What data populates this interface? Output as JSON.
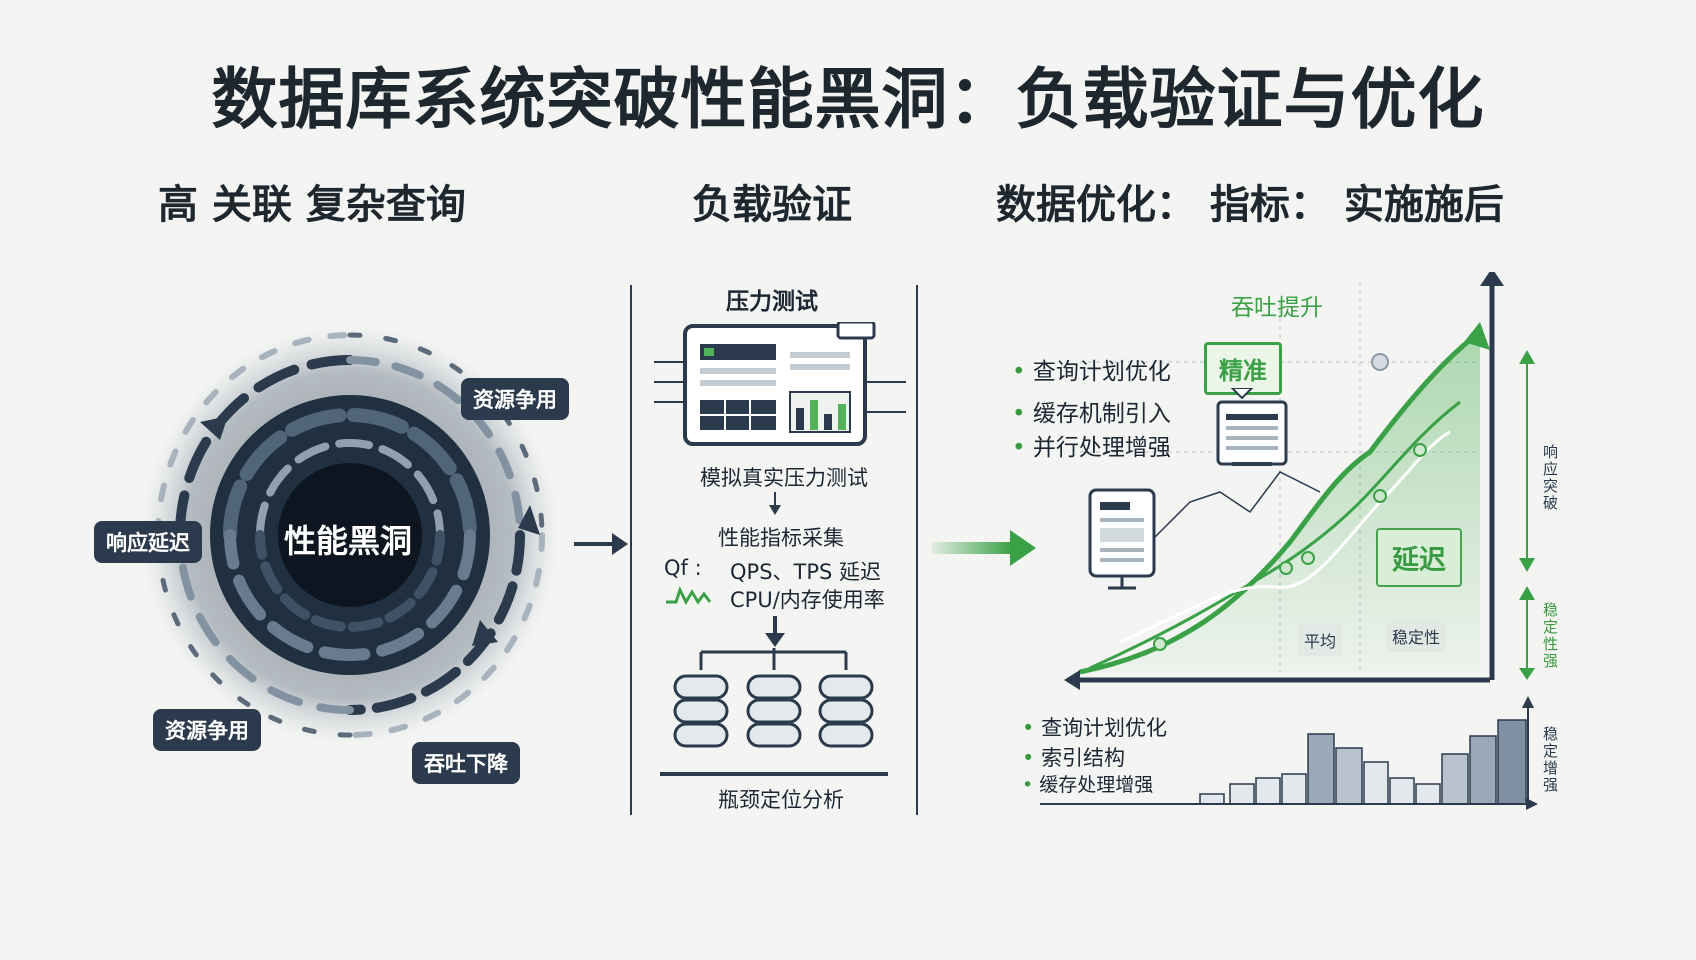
{
  "title": "数据库系统突破性能黑洞：负载验证与优化",
  "sections": {
    "left_heading": "高 关联 复杂查询",
    "middle_heading": "负载验证",
    "right_heading": "数据优化： 指标： 实施施后"
  },
  "black_hole": {
    "center_label": "性能黑洞",
    "tags": [
      "资源争用",
      "响应延迟",
      "资源争用",
      "吞吐下降"
    ]
  },
  "middle": {
    "stress_test_title": "压力测试",
    "simulate_label": "模拟真实压力测试",
    "metrics_title": "性能指标采集",
    "metrics_row1_prefix": "Qf :",
    "metrics_row1": "QPS、TPS  延迟",
    "metrics_row2": "CPU/内存使用率",
    "bottleneck_label": "瓶颈定位分析"
  },
  "right": {
    "throughput_label": "吞吐提升",
    "bullets_top": [
      "查询计划优化",
      "缓存机制引入",
      "并行处理增强"
    ],
    "badge_top": "精准",
    "badge_delay": "延迟",
    "mini_tags": [
      "平均",
      "稳定性"
    ],
    "side_label_top": "响应突破",
    "side_label_mid": "稳定性强",
    "side_label_bottom": "稳定增强",
    "bullets_bottom": [
      "查询计划优化",
      "索引结构",
      "缓存处理增强"
    ]
  },
  "colors": {
    "navy": "#2b3a4c",
    "green": "#3aa146",
    "light_green": "#d9eed6",
    "background": "#f4f5f3"
  },
  "icons": [
    "black-hole-swirl-icon",
    "dashboard-monitor-icon",
    "database-server-icon",
    "arrow-right-icon",
    "document-icon",
    "growth-chart-icon"
  ]
}
